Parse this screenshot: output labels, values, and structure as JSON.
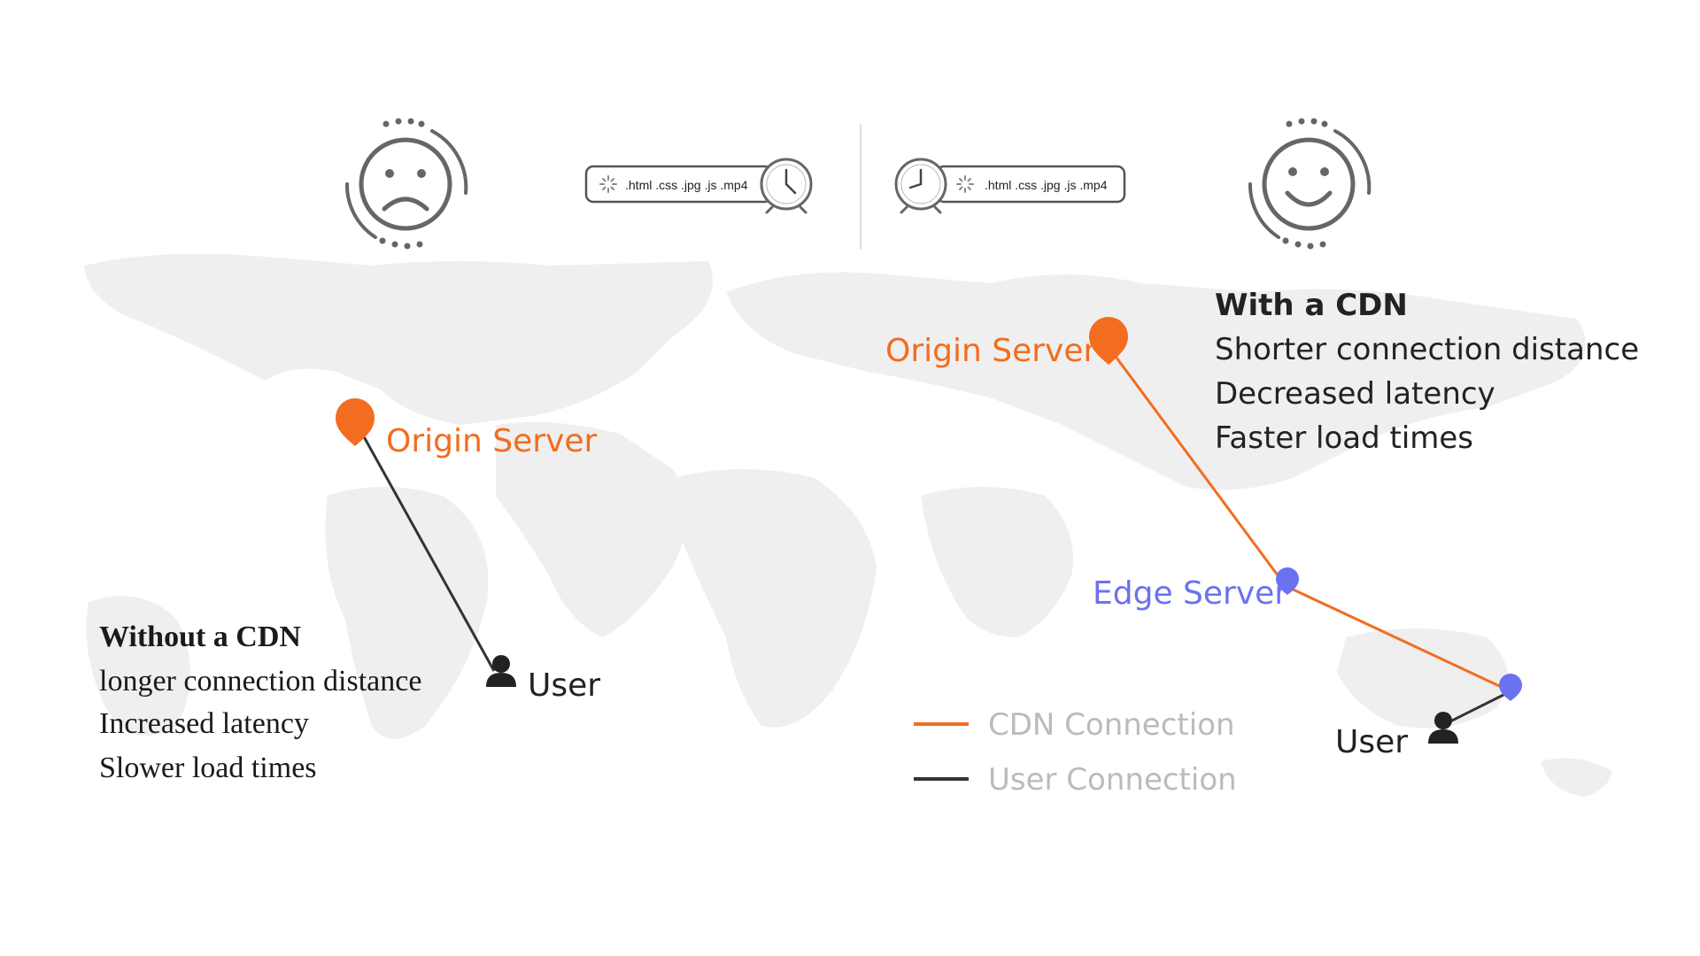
{
  "colors": {
    "origin": "#f26d1f",
    "edge": "#6b72f0",
    "dark": "#333333",
    "face": "#666666",
    "map": "#ededed",
    "legend_text": "#bbbbbb"
  },
  "icons": {
    "sad": "sad-face-icon",
    "happy": "happy-face-icon",
    "clock": "clock-icon",
    "spinner": "loading-spinner-icon",
    "user": "user-icon",
    "pin": "map-pin-icon"
  },
  "left": {
    "loading_bar_text": ".html .css .jpg .js .mp4",
    "origin_label": "Origin Server",
    "user_label": "User",
    "title": "Without a CDN",
    "points": [
      "longer connection distance",
      "Increased latency",
      "Slower load times"
    ]
  },
  "right": {
    "loading_bar_text": ".html .css .jpg .js .mp4",
    "origin_label": "Origin Server",
    "edge_label": "Edge Server",
    "user_label": "User",
    "title": "With a CDN",
    "points": [
      "Shorter connection distance",
      "Decreased latency",
      "Faster load times"
    ]
  },
  "legend": {
    "cdn": "CDN Connection",
    "user": "User Connection"
  }
}
